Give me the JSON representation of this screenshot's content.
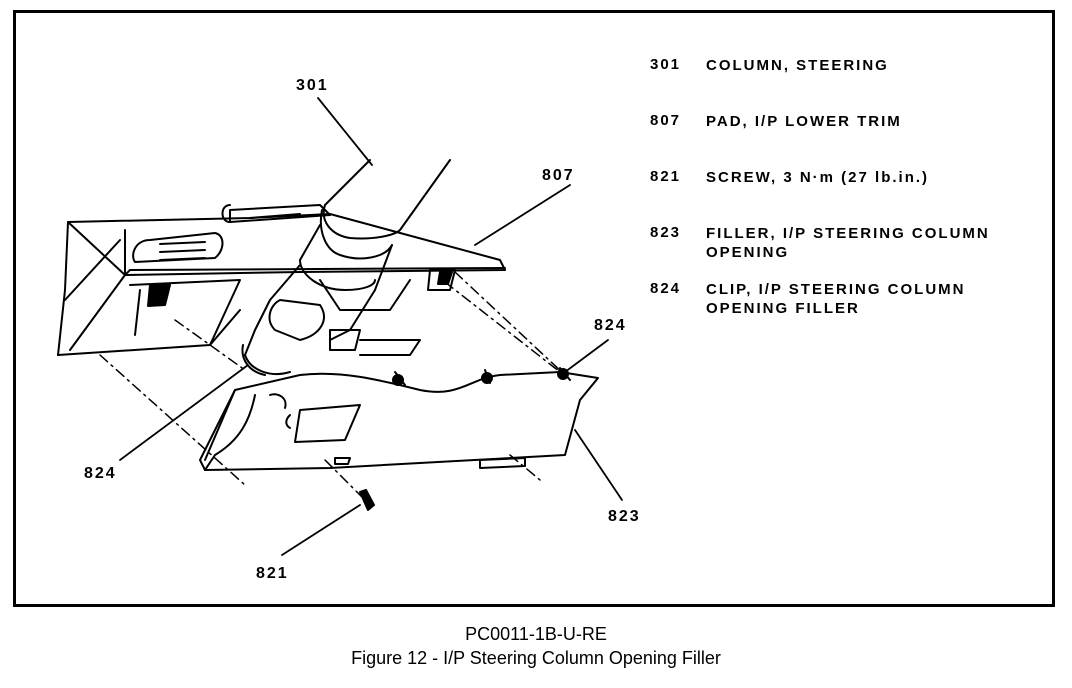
{
  "callouts": {
    "c301": "301",
    "c807": "807",
    "c824_right": "824",
    "c824_left": "824",
    "c823": "823",
    "c821": "821"
  },
  "legend": [
    {
      "num": "301",
      "desc": "COLUMN, STEERING"
    },
    {
      "num": "807",
      "desc": "PAD, I/P LOWER TRIM"
    },
    {
      "num": "821",
      "desc": "SCREW, 3 N·m (27 lb.in.)"
    },
    {
      "num": "823",
      "desc": "FILLER, I/P STEERING COLUMN OPENING"
    },
    {
      "num": "824",
      "desc": "CLIP, I/P STEERING COLUMN OPENING FILLER"
    }
  ],
  "caption": {
    "code": "PC0011-1B-U-RE",
    "title": "Figure 12 - I/P Steering Column Opening Filler"
  }
}
